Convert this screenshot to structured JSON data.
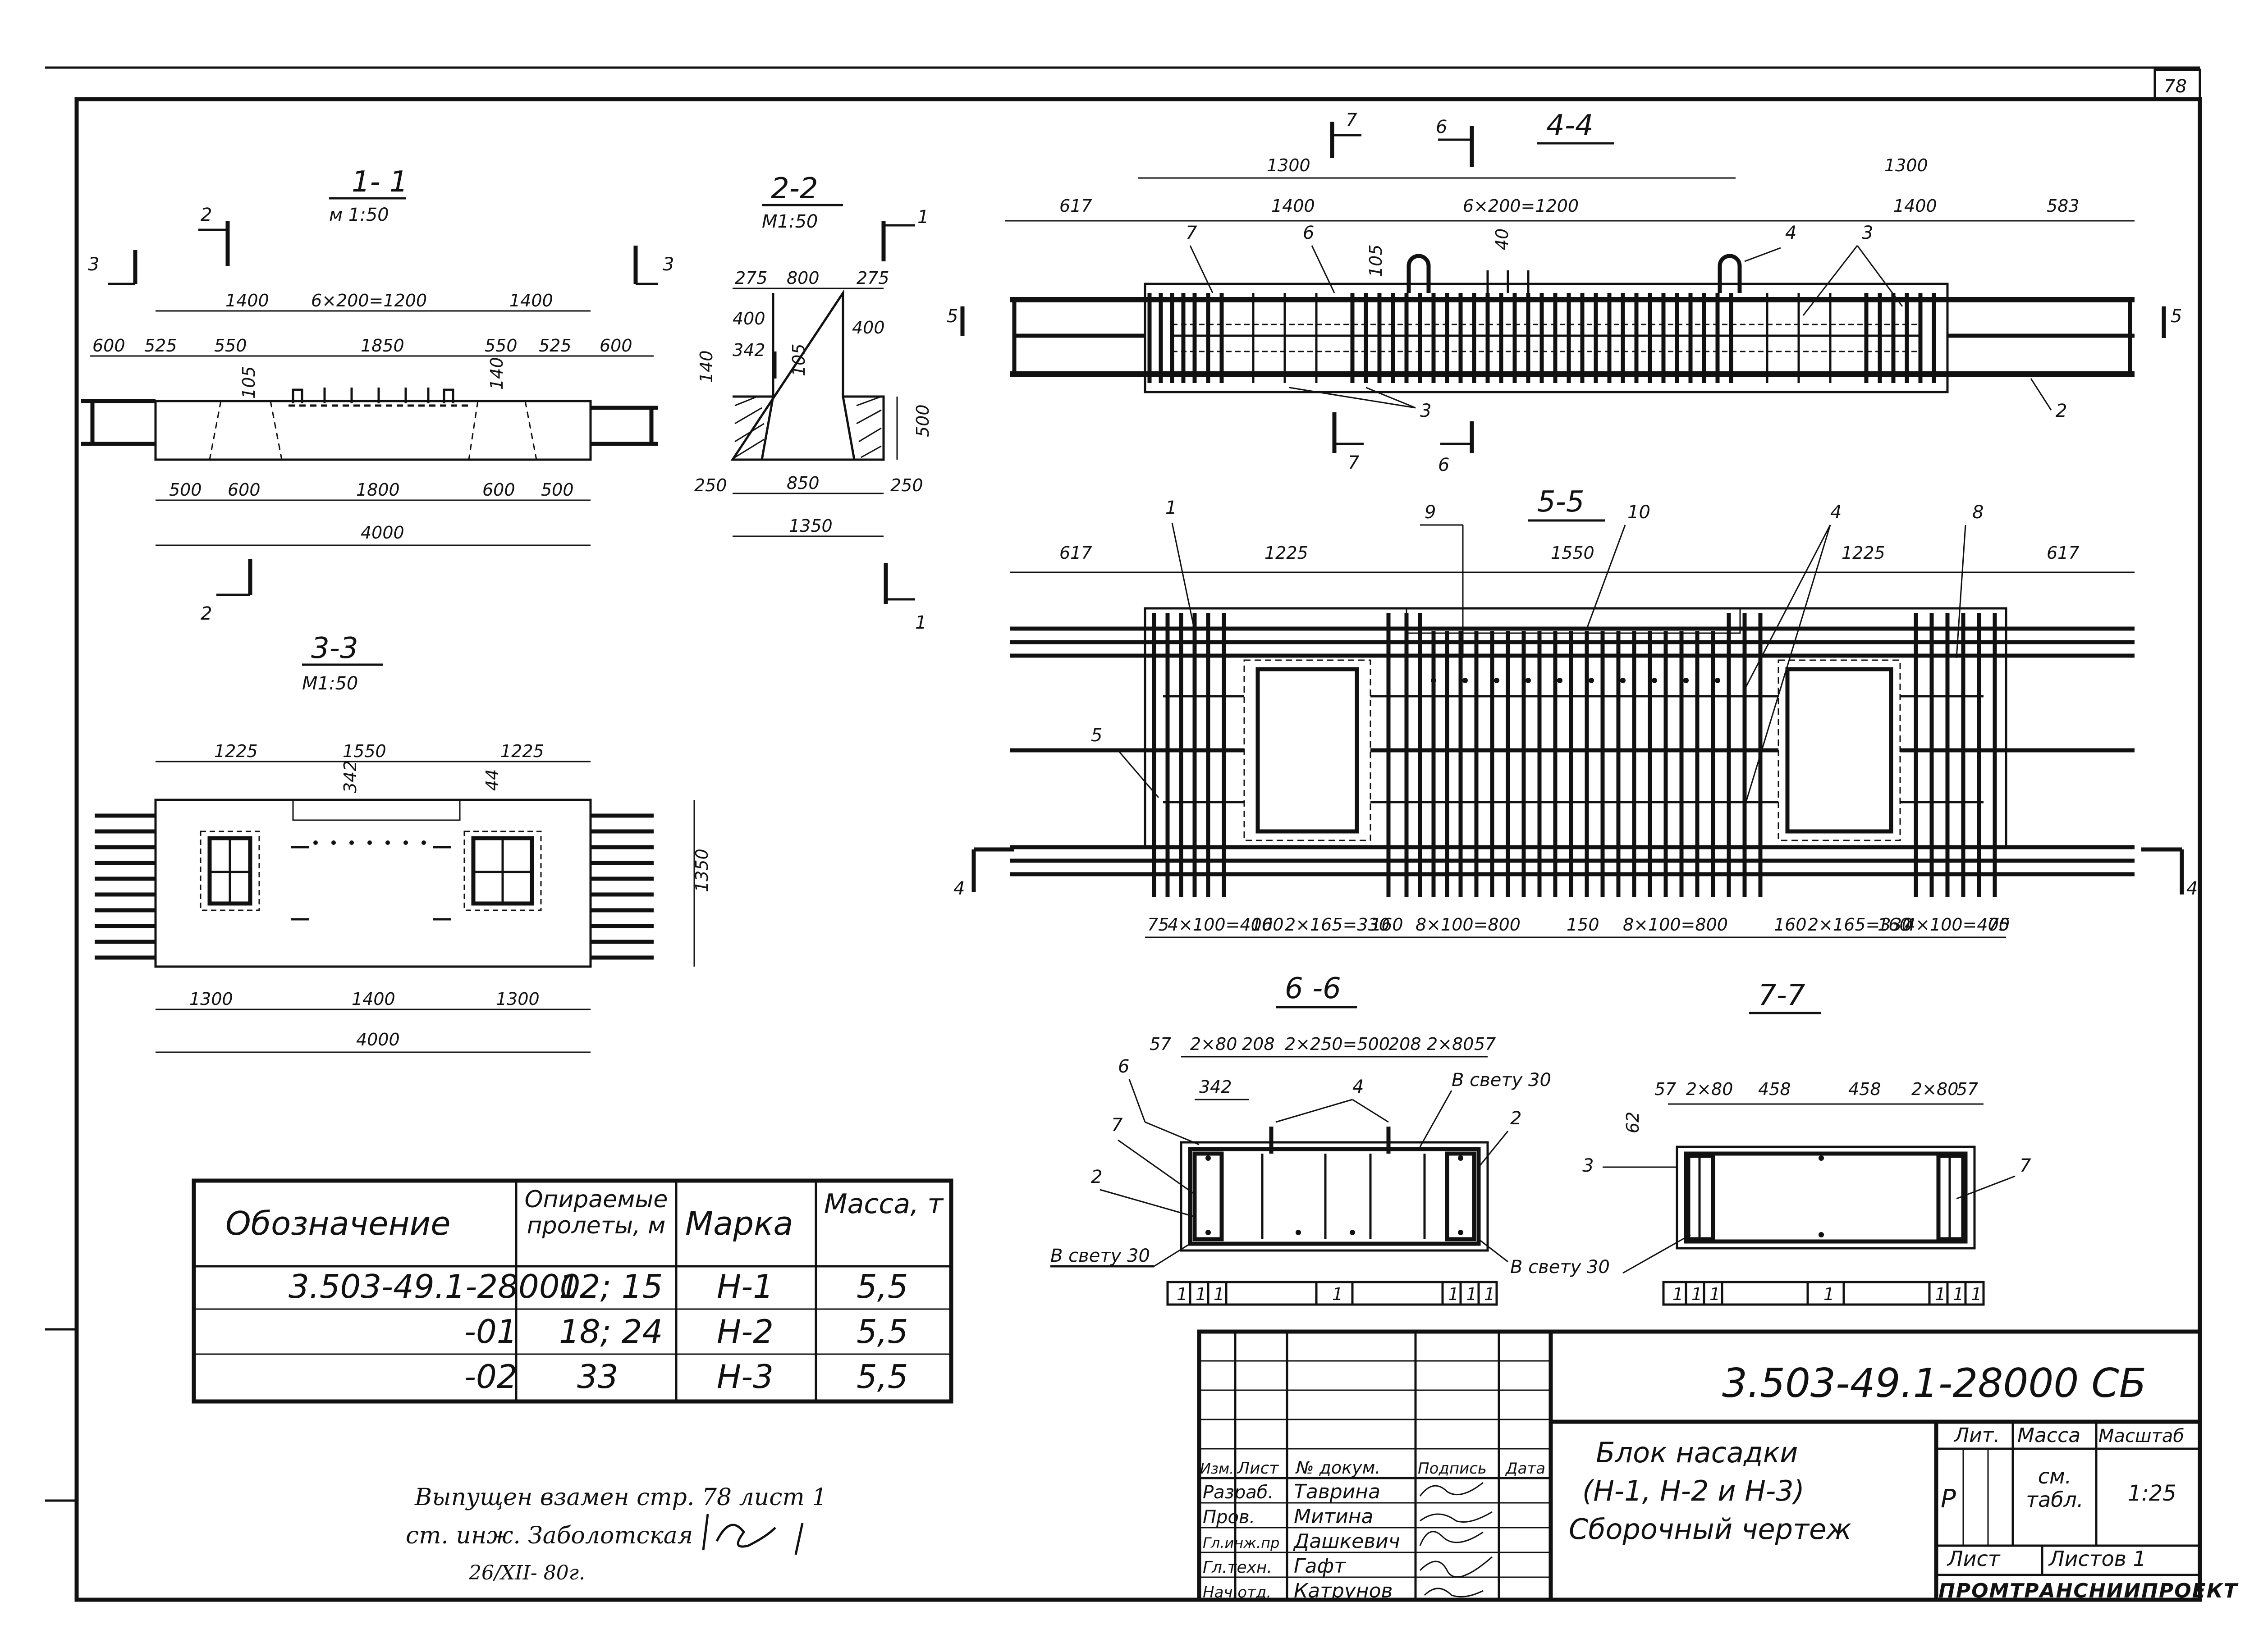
{
  "sheet": {
    "number": "78"
  },
  "sections": {
    "s11": {
      "title": "1- 1",
      "scale": "м 1:50",
      "cut_left": "3",
      "cut_right": "3",
      "cut_top": "2",
      "cut_bottom": "2",
      "top_dims": [
        "1400",
        "6×200=1200",
        "1400"
      ],
      "mid_dims": [
        "600",
        "525",
        "550",
        "1850",
        "550",
        "525",
        "600"
      ],
      "bottom_dims": [
        "500",
        "600",
        "1800",
        "600",
        "500"
      ],
      "total": "4000",
      "marks": [
        "105",
        "140"
      ]
    },
    "s22": {
      "title": "2-2",
      "scale": "М1:50",
      "cut": "1",
      "top_dims": [
        "275",
        "800",
        "275"
      ],
      "side_dims": [
        "400",
        "342",
        "105",
        "400",
        "140",
        "500"
      ],
      "bottom_dims": [
        "250",
        "850",
        "250"
      ],
      "total": "1350"
    },
    "s33": {
      "title": "3-3",
      "scale": "М1:50",
      "top_dims": [
        "1225",
        "1550",
        "1225"
      ],
      "marks": [
        "342",
        "44"
      ],
      "height": "1350",
      "bottom_dims": [
        "1300",
        "1400",
        "1300"
      ],
      "total": "4000"
    },
    "s44": {
      "title": "4-4",
      "cuts": [
        "7",
        "6",
        "5"
      ],
      "top_dims": [
        "1300",
        "1300"
      ],
      "dims2": [
        "617",
        "1400",
        "6×200=1200",
        "1400",
        "583"
      ],
      "labels": [
        "7",
        "6",
        "4",
        "3",
        "3",
        "2",
        "105",
        "40"
      ]
    },
    "s55": {
      "title": "5-5",
      "cut": "4",
      "top_dims": [
        "617",
        "1225",
        "1550",
        "1225",
        "617"
      ],
      "labels": [
        "1",
        "9",
        "10",
        "4",
        "8",
        "5"
      ],
      "bottom_dims": [
        "75",
        "4×100=400",
        "160",
        "2×165=330",
        "160",
        "8×100=800",
        "150",
        "8×100=800",
        "160",
        "2×165=330",
        "160",
        "4×100=400",
        "75"
      ]
    },
    "s66": {
      "title": "6 -6",
      "top_dims": [
        "57",
        "2×80",
        "208",
        "2×250=500",
        "208",
        "2×80",
        "57"
      ],
      "labels": [
        "6",
        "342",
        "4",
        "В свету 30",
        "2",
        "7",
        "2",
        "В свету 30",
        "В свету 30"
      ],
      "strip": [
        "1",
        "1",
        "1",
        "1",
        "1",
        "1",
        "1"
      ]
    },
    "s77": {
      "title": "7-7",
      "top_dims": [
        "57",
        "2×80",
        "458",
        "458",
        "2×80",
        "57"
      ],
      "labels": [
        "62",
        "3",
        "7"
      ],
      "strip": [
        "1",
        "1",
        "1",
        "1",
        "1",
        "1",
        "1"
      ]
    }
  },
  "spec_table": {
    "headers": [
      "Обозначение",
      "Опираемые пролеты, м",
      "Марка",
      "Масса, т"
    ],
    "rows": [
      [
        "3.503-49.1-28000",
        "12; 15",
        "Н-1",
        "5,5"
      ],
      [
        "-01",
        "18; 24",
        "Н-2",
        "5,5"
      ],
      [
        "-02",
        "33",
        "Н-3",
        "5,5"
      ]
    ]
  },
  "note": {
    "line1": "Выпущен взамен стр. 78 лист 1",
    "line2": "ст. инж. Заболотская",
    "date": "26/XII- 80г."
  },
  "title_block": {
    "code": "3.503-49.1-28000 СБ",
    "name1": "Блок насадки",
    "name2": "(Н-1, Н-2 и Н-3)",
    "name3": "Сборочный чертеж",
    "col_heads": [
      "Изм.",
      "Лист",
      "№ докум.",
      "Подпись",
      "Дата"
    ],
    "roles": [
      "Разраб.",
      "Пров.",
      "Гл.инж.пр",
      "Гл.техн.",
      "Нач.отд."
    ],
    "names": [
      "Таврина",
      "Митина",
      "Дашкевич",
      "Гафт",
      "Катрунов"
    ],
    "lit_label": "Лит.",
    "mass_label": "Масса",
    "scale_label": "Масштаб",
    "lit": "Р",
    "mass": "см. табл.",
    "scale": "1:25",
    "sheet_label": "Лист",
    "sheets_label": "Листов 1",
    "org": "ПРОМТРАНСНИИПРОЕКТ"
  }
}
